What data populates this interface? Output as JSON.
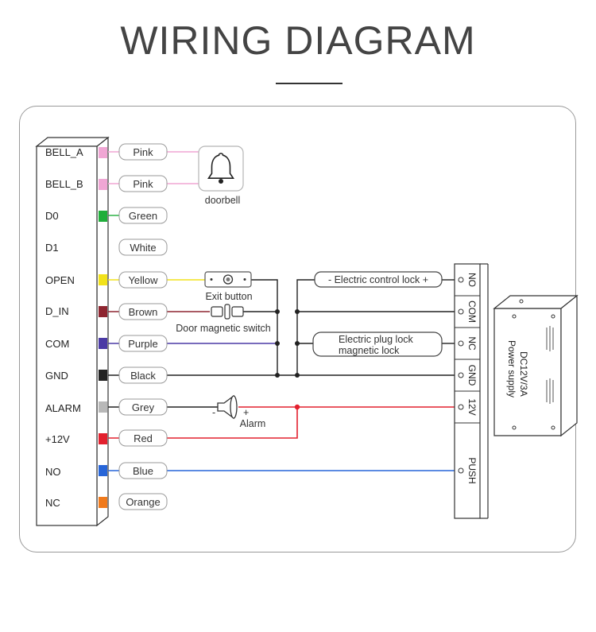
{
  "header": {
    "title": "WIRING DIAGRAM"
  },
  "terminals": [
    {
      "label": "BELL_A",
      "wire": "Pink",
      "color": "#f0a6d4"
    },
    {
      "label": "BELL_B",
      "wire": "Pink",
      "color": "#f0a6d4"
    },
    {
      "label": "D0",
      "wire": "Green",
      "color": "#1fae3a"
    },
    {
      "label": "D1",
      "wire": "White",
      "color": "#ffffff"
    },
    {
      "label": "OPEN",
      "wire": "Yellow",
      "color": "#f2e21a"
    },
    {
      "label": "D_IN",
      "wire": "Brown",
      "color": "#8e2530"
    },
    {
      "label": "COM",
      "wire": "Purple",
      "color": "#4b3aa5"
    },
    {
      "label": "GND",
      "wire": "Black",
      "color": "#222222"
    },
    {
      "label": "ALARM",
      "wire": "Grey",
      "color": "#b8b8b8"
    },
    {
      "label": "+12V",
      "wire": "Red",
      "color": "#e3202e"
    },
    {
      "label": "NO",
      "wire": "Blue",
      "color": "#2765d8"
    },
    {
      "label": "NC",
      "wire": "Orange",
      "color": "#f07a1c"
    }
  ],
  "components": {
    "doorbell": "doorbell",
    "exit_button": "Exit button",
    "door_magnetic_switch": "Door magnetic switch",
    "alarm": "Alarm",
    "alarm_minus": "-",
    "alarm_plus": "+",
    "electric_control_lock": "- Electric control lock +",
    "electric_plug_lock_line1": "Electric plug lock",
    "electric_plug_lock_line2": "magnetic lock"
  },
  "power_terminals": [
    "NO",
    "COM",
    "NC",
    "GND",
    "12V",
    "PUSH"
  ],
  "power_supply": {
    "line1": "DC12V/3A",
    "line2": "Power supply"
  }
}
